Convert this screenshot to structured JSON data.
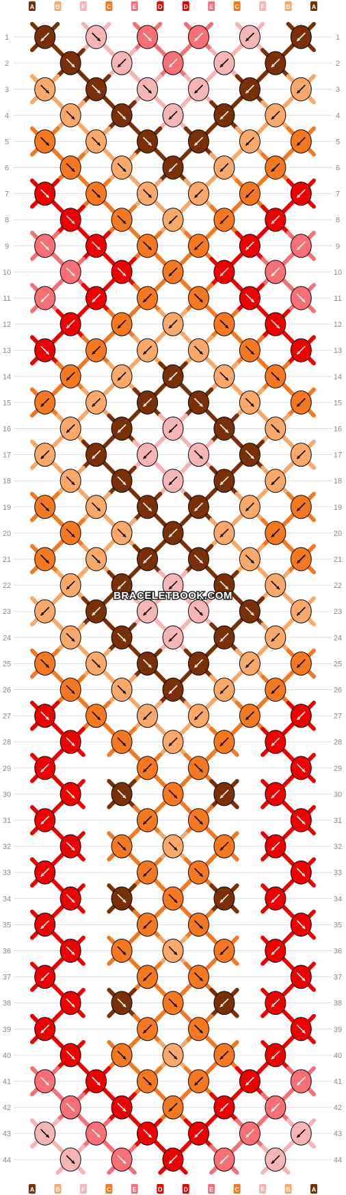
{
  "watermark": "BRACELETBOOK.COM",
  "colors": {
    "A": "#7a3006",
    "B": "#f8a868",
    "F": "#f5b5b5",
    "C": "#f47820",
    "E": "#f56f75",
    "D": "#ee0000"
  },
  "strands_top": [
    "A",
    "B",
    "F",
    "C",
    "E",
    "D",
    "D",
    "E",
    "C",
    "F",
    "B",
    "A"
  ],
  "strands_bottom": [
    "A",
    "B",
    "F",
    "C",
    "E",
    "D",
    "D",
    "E",
    "C",
    "F",
    "B",
    "A"
  ],
  "row_labels": [
    "1",
    "2",
    "3",
    "4",
    "5",
    "6",
    "7",
    "8",
    "9",
    "10",
    "11",
    "12",
    "13",
    "14",
    "15",
    "16",
    "17",
    "18",
    "19",
    "20",
    "21",
    "22",
    "23",
    "24",
    "25",
    "26",
    "27",
    "28",
    "29",
    "30",
    "31",
    "32",
    "33",
    "34",
    "35",
    "36",
    "37",
    "38",
    "39",
    "40",
    "41",
    "42",
    "43",
    "44"
  ],
  "knot_rows": [
    "A:bl F:br E:br E:bl F:bl A:bl",
    "A:br F:bl E:bl F:bl A:bl",
    "B:br A:br F:br F:bl A:bl B:bl",
    "B:br A:br F:bl A:bl B:bl",
    "C:br B:br A:br A:bl B:bl C:bl",
    "C:br B:br A:bl B:bl C:bl",
    "D:br C:br B:br B:bl C:bl D:bl",
    "D:br C:br B:bl C:bl D:bl",
    "E:br D:br C:br C:bl D:bl E:bl",
    "E:br D:br C:bl D:bl E:bl",
    "E:bl D:bl C:bl C:br D:br E:br",
    "D:bl C:bl B:bl C:br D:br",
    "D:br C:bl B:bl B:br C:br D:bl",
    "C:bl B:bl A:bl B:br C:br",
    "C:bl B:bl A:bl A:br B:br C:bl",
    "B:bl A:bl F:bl A:br B:br",
    "B:bl A:bl F:bl F:br A:br B:bl",
    "B:br A:br F:bl A:bl B:bl",
    "C:br B:br A:br A:bl B:bl C:bl",
    "C:br B:br A:bl B:bl C:bl",
    "C:br B:br A:bl A:br B:br C:bl",
    "B:bl A:bl F:bl A:br B:br",
    "B:bl A:bl F:bl F:br A:br B:bl",
    "B:br A:br F:bl A:bl B:bl",
    "C:br B:br A:br A:bl B:bl C:bl",
    "C:br B:br A:bl B:bl C:bl",
    "D:br C:br B:bl B:bl C:bl D:bl",
    "D:br C:br B:bl C:bl D:bl",
    "D:bl - C:bl C:br - D:br",
    "D:br A:br C:br A:bl D:bl",
    "D:bl - C:bl C:br - D:br",
    "D:br C:br B:br C:bl D:bl",
    "D:bl - C:bl C:br - D:br",
    "D:br A:br C:br A:bl D:bl",
    "D:bl - C:bl C:br - D:br",
    "D:br C:br B:br C:bl D:bl",
    "D:bl - C:bl C:br - D:br",
    "D:br A:br C:br A:bl D:bl",
    "D:bl - C:bl C:br - D:br",
    "D:br C:br B:br C:bl D:bl",
    "E:br D:br C:br C:bl D:bl E:bl",
    "E:br D:br C:bl D:bl E:bl",
    "F:br E:br D:br D:bl E:bl F:bl",
    "F:br E:br D:bl E:bl F:bl"
  ]
}
